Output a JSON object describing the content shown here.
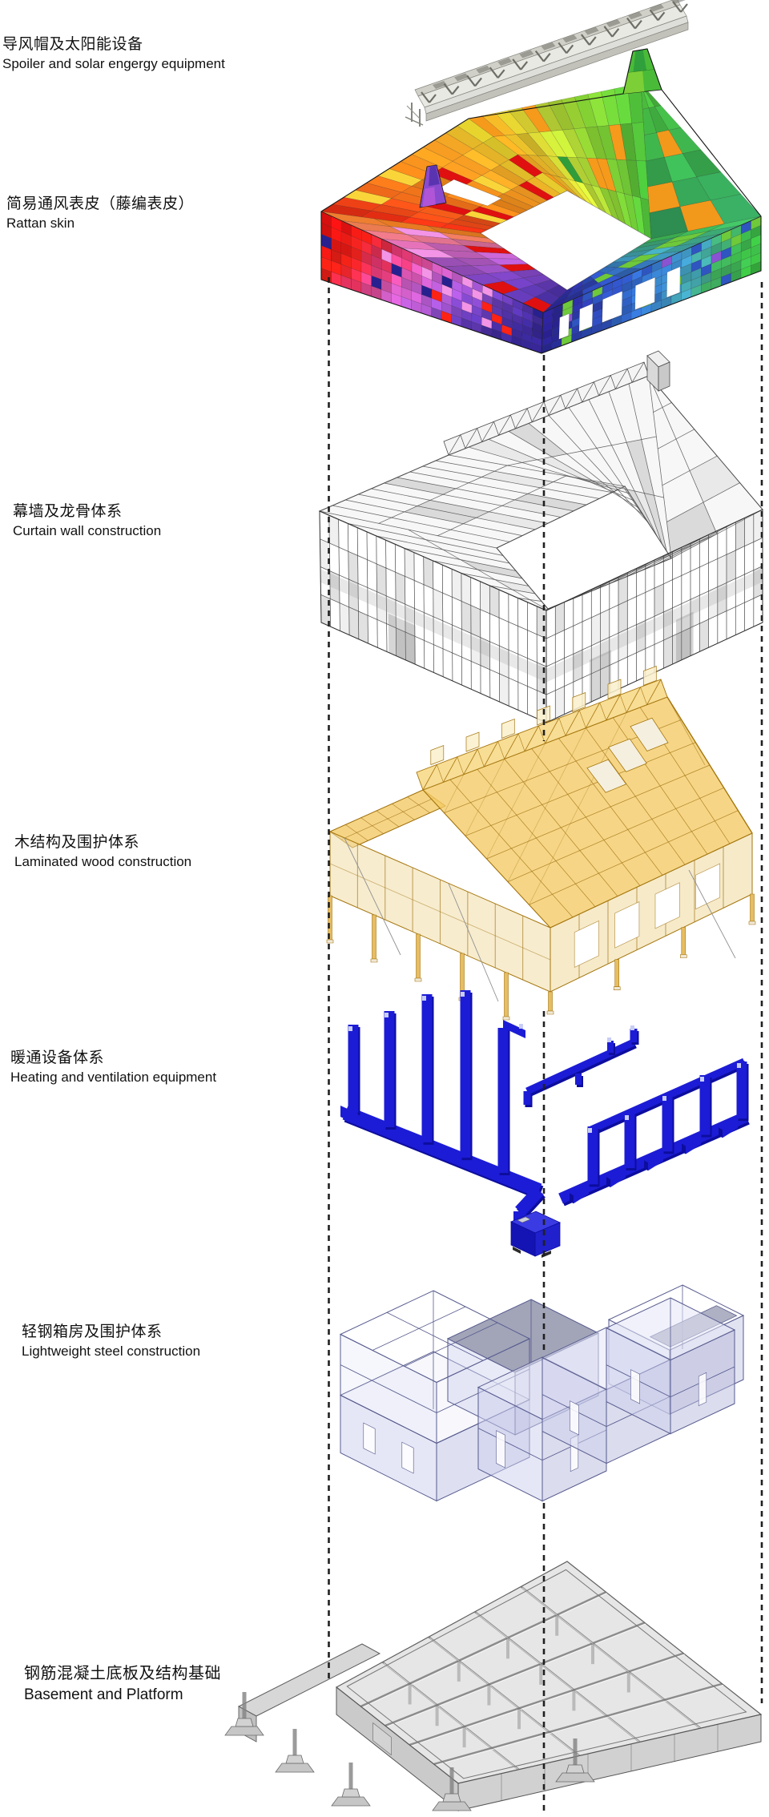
{
  "layers": [
    {
      "id": "spoiler",
      "label_zh": "导风帽及太阳能设备",
      "label_en": "Spoiler and solar engergy equipment"
    },
    {
      "id": "rattan",
      "label_zh": "简易通风表皮（藤编表皮）",
      "label_en": "Rattan skin"
    },
    {
      "id": "curtain",
      "label_zh": "幕墙及龙骨体系",
      "label_en": "Curtain wall construction"
    },
    {
      "id": "wood",
      "label_zh": "木结构及围护体系",
      "label_en": "Laminated wood construction"
    },
    {
      "id": "hvac",
      "label_zh": "暖通设备体系",
      "label_en": "Heating and ventilation equipment"
    },
    {
      "id": "steel",
      "label_zh": "轻钢箱房及围护体系",
      "label_en": "Lightweight steel construction"
    },
    {
      "id": "basement",
      "label_zh": "钢筋混凝土底板及结构基础",
      "label_en": "Basement and Platform"
    }
  ],
  "colors": {
    "background": "#ffffff",
    "guide": "#202020",
    "spoiler_body": "#d0d0c9",
    "spoiler_detail": "#6e6e67",
    "rattan": {
      "wall_left": [
        "#e01010",
        "#e62017",
        "#e6356b",
        "#d95fc4",
        "#b35bd6",
        "#7a45c6",
        "#5232ac",
        "#352693"
      ],
      "wall_right": [
        "#2a2090",
        "#2c35a6",
        "#2e55c0",
        "#3579cf",
        "#44a4c4",
        "#41b163",
        "#3aba41"
      ],
      "roof_left": [
        "#e82312",
        "#f2661a",
        "#f68c1b",
        "#f9a224",
        "#e8d62e"
      ],
      "roof_right": [
        "#f2991c",
        "#cfe038",
        "#86cf33",
        "#45bb3a"
      ],
      "roof_east": [
        "#4bbc3a",
        "#3aae4e",
        "#339d5e"
      ],
      "band_sw": [
        "#f2811c",
        "#d469c0",
        "#8a4ace",
        "#4b31aa"
      ],
      "band_se": [
        "#2a2090",
        "#2e55c0",
        "#3f9fb0",
        "#3db84a"
      ]
    },
    "curtain_line": "#4a4a4a",
    "wood_fill": "#f3cb64",
    "wood_line": "#a5760e",
    "hvac_blue": "#1c1cd6",
    "hvac_dark": "#0d0d9e",
    "steel_fill": "#cdd0ee",
    "steel_line": "#575b8e",
    "concrete_fill": "#c9c9c9",
    "concrete_line": "#5f5f5f"
  }
}
